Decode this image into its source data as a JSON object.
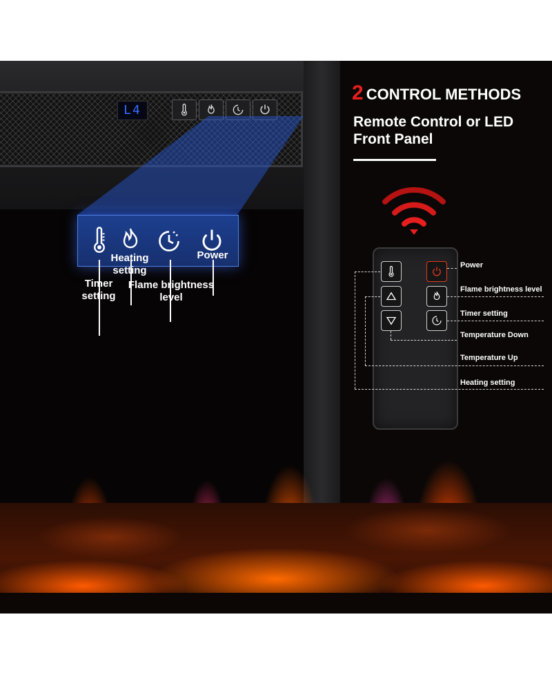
{
  "heading": {
    "number": "2",
    "text": "CONTROL METHODS"
  },
  "subheading": "Remote Control or LED Front Panel",
  "panel": {
    "display": "L4",
    "callouts": {
      "timer": "Timer setting",
      "heating": "Heating setting",
      "flame": "Flame brightness level",
      "power": "Power"
    }
  },
  "remote": {
    "labels": {
      "power": "Power",
      "flame": "Flame brightness level",
      "timer": "Timer setting",
      "temp_down": "Temperature Down",
      "temp_up": "Temperature Up",
      "heating": "Heating setting"
    }
  },
  "colors": {
    "accent_red": "#e81e1e",
    "panel_blue": "#1c3f8e",
    "led_blue": "#3a6cff"
  },
  "icons": [
    "thermometer-icon",
    "flame-icon",
    "timer-icon",
    "power-icon",
    "arrow-up-icon",
    "arrow-down-icon",
    "wifi-signal-icon"
  ]
}
